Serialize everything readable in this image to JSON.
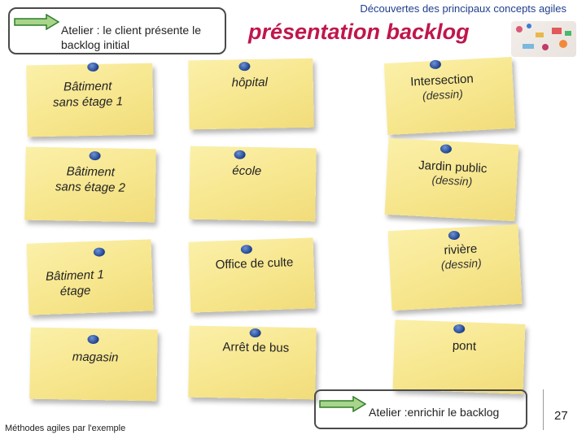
{
  "header": {
    "subtitle": "Découvertes des principaux concepts agiles",
    "title": "présentation backlog",
    "atelier_top": "Atelier : le client présente le backlog initial"
  },
  "notes": [
    {
      "id": "batiment-sans-etage-1",
      "label": "Bâtiment sans étage 1"
    },
    {
      "id": "batiment-sans-etage-2",
      "label": "Bâtiment sans étage 2"
    },
    {
      "id": "batiment-1-etage",
      "label": "Bâtiment 1 étage"
    },
    {
      "id": "magasin",
      "label": "magasin"
    },
    {
      "id": "hopital",
      "label": "hôpital"
    },
    {
      "id": "ecole",
      "label": "école"
    },
    {
      "id": "office-de-culte",
      "label": "Office de culte"
    },
    {
      "id": "arret-de-bus",
      "label": "Arrêt de bus"
    },
    {
      "id": "intersection",
      "label": "Intersection",
      "sub": "(dessin)"
    },
    {
      "id": "jardin-public",
      "label": "Jardin public",
      "sub": "(dessin)"
    },
    {
      "id": "riviere",
      "label": "rivière",
      "sub": "(dessin)"
    },
    {
      "id": "pont",
      "label": "pont"
    }
  ],
  "footer": {
    "left": "Méthodes agiles par l'exemple",
    "atelier_bottom": "Atelier :enrichir le backlog",
    "page": "27"
  },
  "colors": {
    "title": "#c0164c",
    "subtitle": "#1f3f8c",
    "arrow_fill": "#a8d58a",
    "arrow_stroke": "#2f7d2a",
    "note": "#f6e58b",
    "pin": "#1b3f8c"
  }
}
